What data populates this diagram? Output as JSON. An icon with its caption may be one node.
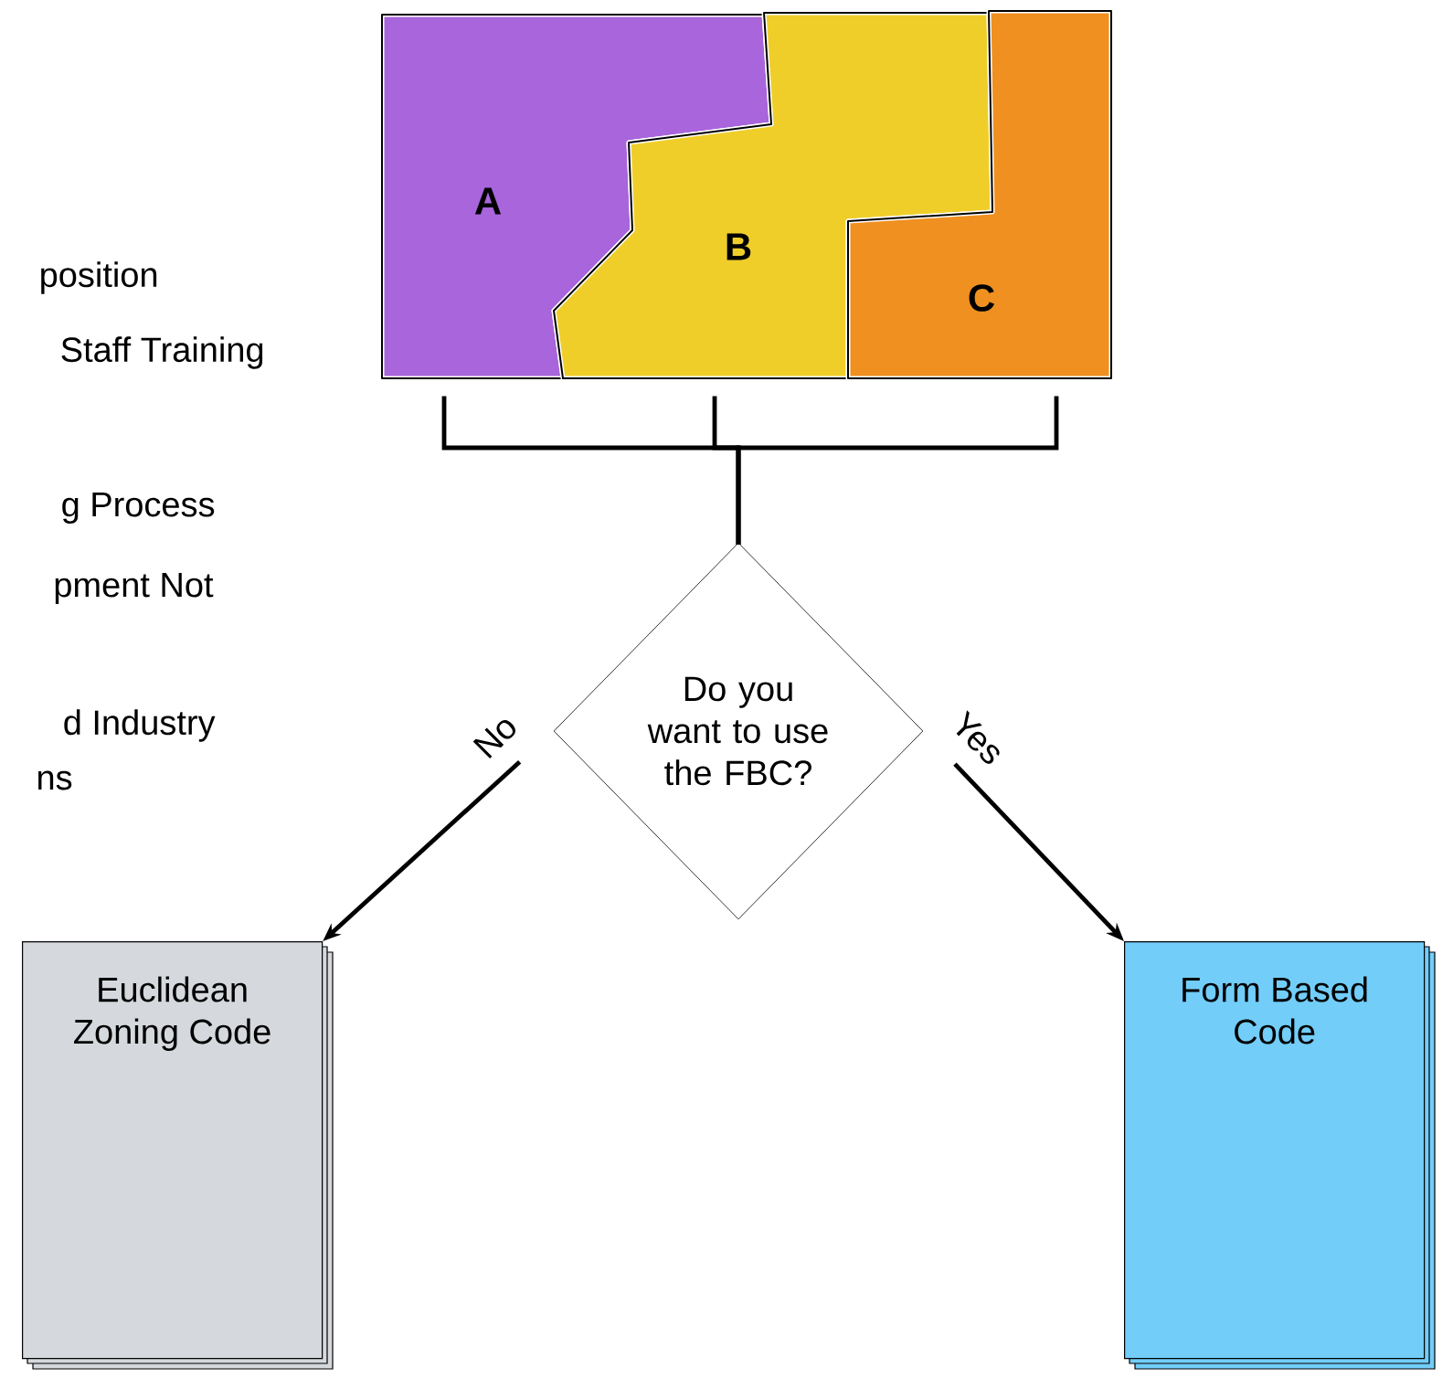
{
  "diagram": {
    "nodes": [
      {
        "text": [
          "A"
        ]
      },
      {
        "text": [
          "B"
        ]
      },
      {
        "text": [
          "C"
        ]
      },
      {
        "text": [
          "Do you want to use the FBC?"
        ]
      },
      {
        "text": [
          "Euclidean Zoning Code"
        ]
      },
      {
        "text": [
          "Form Based Code"
        ]
      }
    ],
    "edges": [
      {
        "from": 0,
        "to": 3,
        "arrow": "none"
      },
      {
        "from": 1,
        "to": 3,
        "arrow": "none"
      },
      {
        "from": 2,
        "to": 3,
        "arrow": "none"
      },
      {
        "from": 3,
        "to": 4,
        "arrow": "to",
        "label": "No"
      },
      {
        "from": 3,
        "to": 5,
        "arrow": "to",
        "label": "Yes"
      }
    ],
    "labels": [
      "position",
      "Staff Training",
      "g Process",
      "pment Not",
      "d Industry",
      "ns"
    ]
  }
}
